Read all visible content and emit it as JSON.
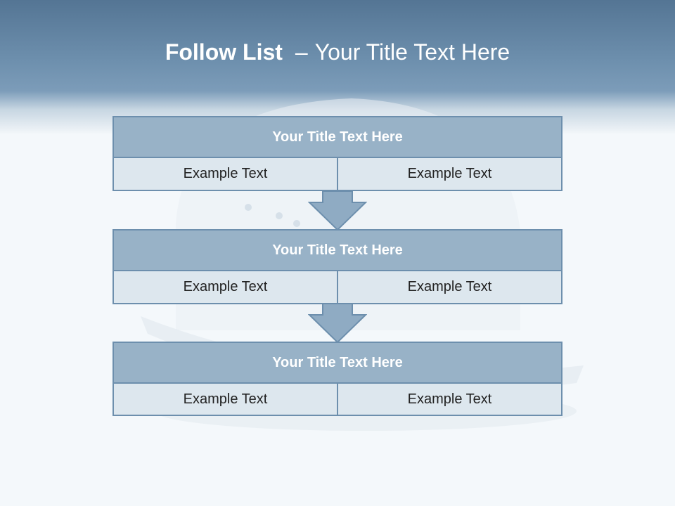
{
  "title": {
    "bold": "Follow List",
    "dash": "–",
    "rest": "Your Title Text Here"
  },
  "colors": {
    "header_top": "#547594",
    "header_mid": "#7c9cb9",
    "block_title_fill": "#98b2c7",
    "block_cell_fill": "#dce5ed",
    "border": "#6d8fad",
    "arrow_fill": "#8fabc3"
  },
  "blocks": [
    {
      "title": "Your Title Text Here",
      "cells": [
        "Example Text",
        "Example Text"
      ]
    },
    {
      "title": "Your Title Text Here",
      "cells": [
        "Example Text",
        "Example Text"
      ]
    },
    {
      "title": "Your Title Text Here",
      "cells": [
        "Example Text",
        "Example Text"
      ]
    }
  ],
  "arrows": [
    {
      "icon": "down-arrow-icon"
    },
    {
      "icon": "down-arrow-icon"
    }
  ],
  "background_image": "hard-hat-icon"
}
